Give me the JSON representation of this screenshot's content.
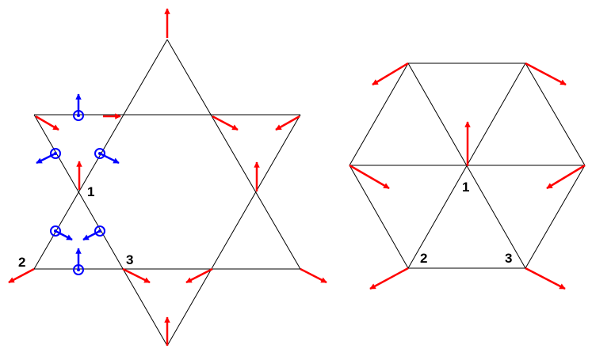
{
  "colors": {
    "line": "#000000",
    "arrow_red": "#ff0000",
    "arrow_blue": "#0000ff",
    "label": "#000000",
    "background": "#ffffff"
  },
  "star_diagram": {
    "labels": {
      "site1": "1",
      "site2": "2",
      "site3": "3"
    }
  },
  "hexagon_diagram": {
    "labels": {
      "site1": "1",
      "site2": "2",
      "site3": "3"
    }
  }
}
